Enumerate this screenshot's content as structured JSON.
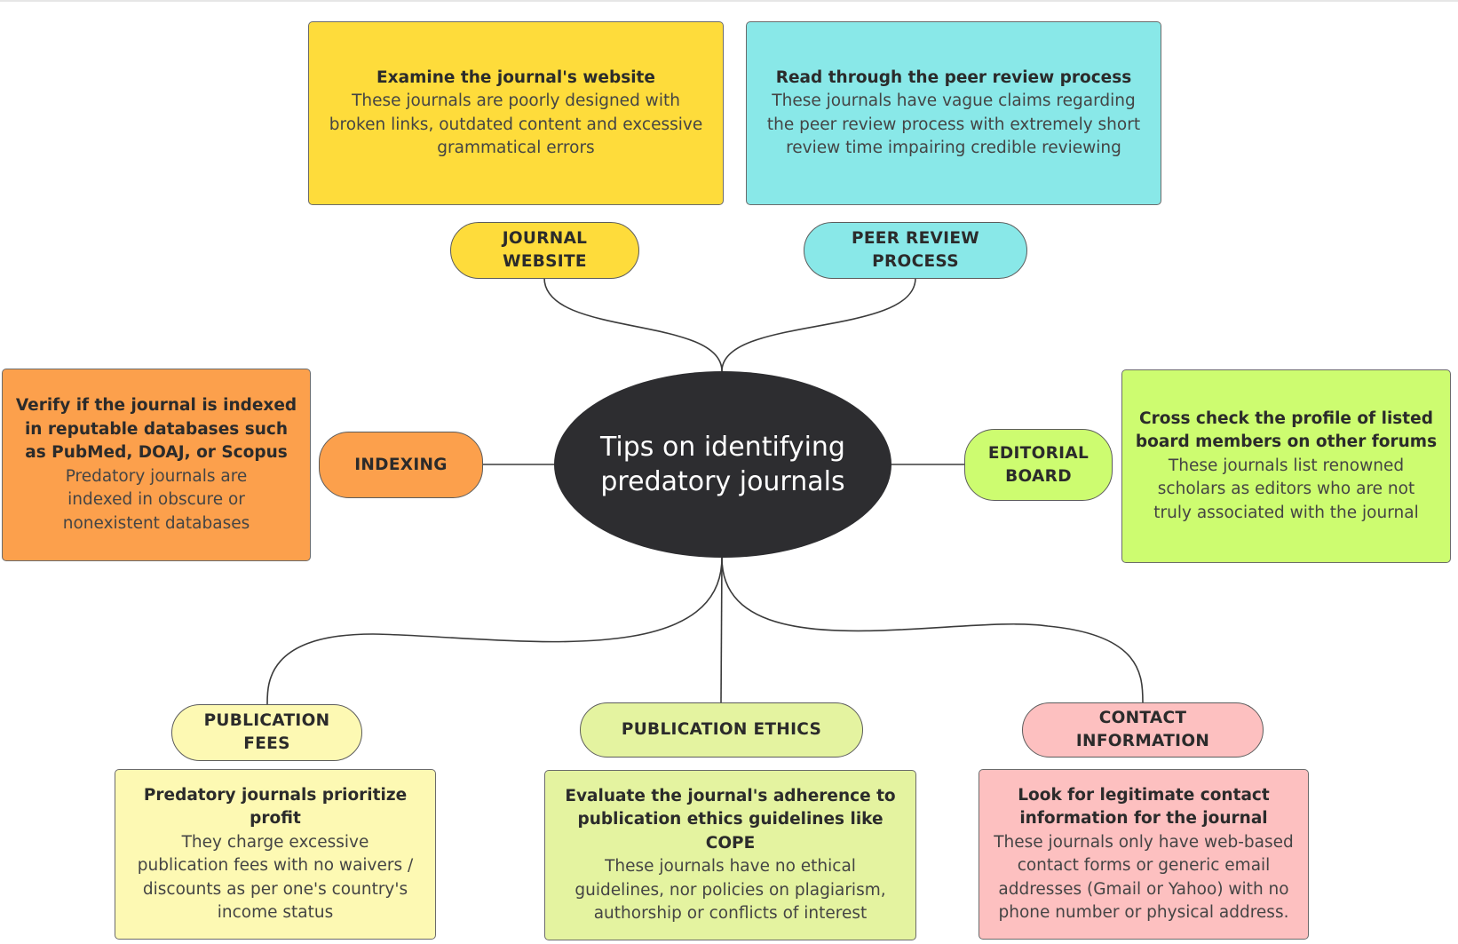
{
  "central_topic": "Tips on identifying predatory journals",
  "branches": {
    "journal_website": {
      "label": "JOURNAL WEBSITE",
      "title": "Examine the journal's website",
      "description": "These journals are poorly designed with broken links, outdated content and excessive grammatical errors",
      "color": "#fedc3b"
    },
    "peer_review": {
      "label": "PEER REVIEW PROCESS",
      "title": "Read through the peer review process",
      "description": "These journals have vague claims regarding the peer review process with extremely short review time impairing credible reviewing",
      "color": "#89e8e8"
    },
    "indexing": {
      "label": "INDEXING",
      "title": "Verify if the journal is indexed in reputable databases such as PubMed, DOAJ, or Scopus",
      "description": "Predatory journals are indexed in obscure or nonexistent databases",
      "color": "#fca04c"
    },
    "editorial_board": {
      "label": "EDITORIAL BOARD",
      "title": "Cross check the profile of listed board members on other forums",
      "description": "These journals list renowned scholars as editors who are not truly associated with the journal",
      "color": "#cdfc70"
    },
    "publication_fees": {
      "label": "PUBLICATION FEES",
      "title": "Predatory journals prioritize profit",
      "description": "They charge excessive publication fees with no waivers / discounts as per one's country's income status",
      "color": "#fdf9b3"
    },
    "publication_ethics": {
      "label": "PUBLICATION ETHICS",
      "title": "Evaluate the journal's adherence to publication ethics guidelines like COPE",
      "description": "These journals have no ethical guidelines, nor policies on plagiarism, authorship or conflicts of interest",
      "color": "#e4f3a0"
    },
    "contact_information": {
      "label": "CONTACT INFORMATION",
      "title": "Look for legitimate contact information for the journal",
      "description": "These journals only have web-based contact forms or generic email addresses (Gmail or Yahoo) with no phone number or physical address.",
      "color": "#fdc0c0"
    }
  }
}
